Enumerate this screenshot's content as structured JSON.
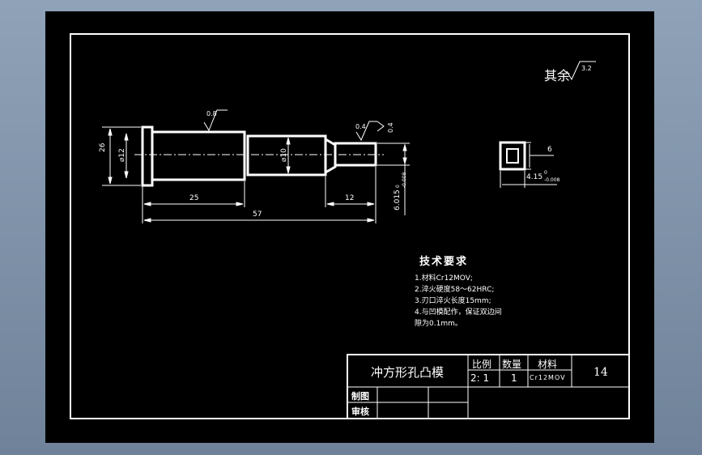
{
  "colors": {
    "background_outer": "#7d90a6",
    "sheet": "#000000",
    "lines": "#ffffff"
  },
  "drawing": {
    "surface_finish_note": {
      "label": "其余",
      "value": "3.2"
    },
    "dimensions": {
      "overall_length": "57",
      "length_25": "25",
      "length_12": "12",
      "height_26": "26",
      "dia_12": "⌀12",
      "dia_10": "⌀10",
      "tip_size": "6.015",
      "tip_tol_upper": "0",
      "tip_tol_lower": "-0.008",
      "roughness_a": "0.8",
      "roughness_b": "0.4",
      "roughness_c": "0.4",
      "square_6": "6",
      "square_415": "4.15",
      "square_tol_upper": "0",
      "square_tol_lower": "-0.008"
    },
    "tech_requirements": {
      "title": "技术要求",
      "items": [
        "1.材料Cr12MOV;",
        "2.淬火硬度58～62HRC;",
        "3.刃口淬火长度15mm;",
        "4.与凹模配作，保证双边间",
        "隙为0.1mm。"
      ]
    }
  },
  "title_block": {
    "part_name": "冲方形孔凸模",
    "scale_label": "比例",
    "scale_value": "2: 1",
    "qty_label": "数量",
    "qty_value": "1",
    "material_label": "材料",
    "material_value": "Cr12MOV",
    "drawing_no": "14",
    "drawn_label": "制图",
    "checked_label": "审核"
  }
}
